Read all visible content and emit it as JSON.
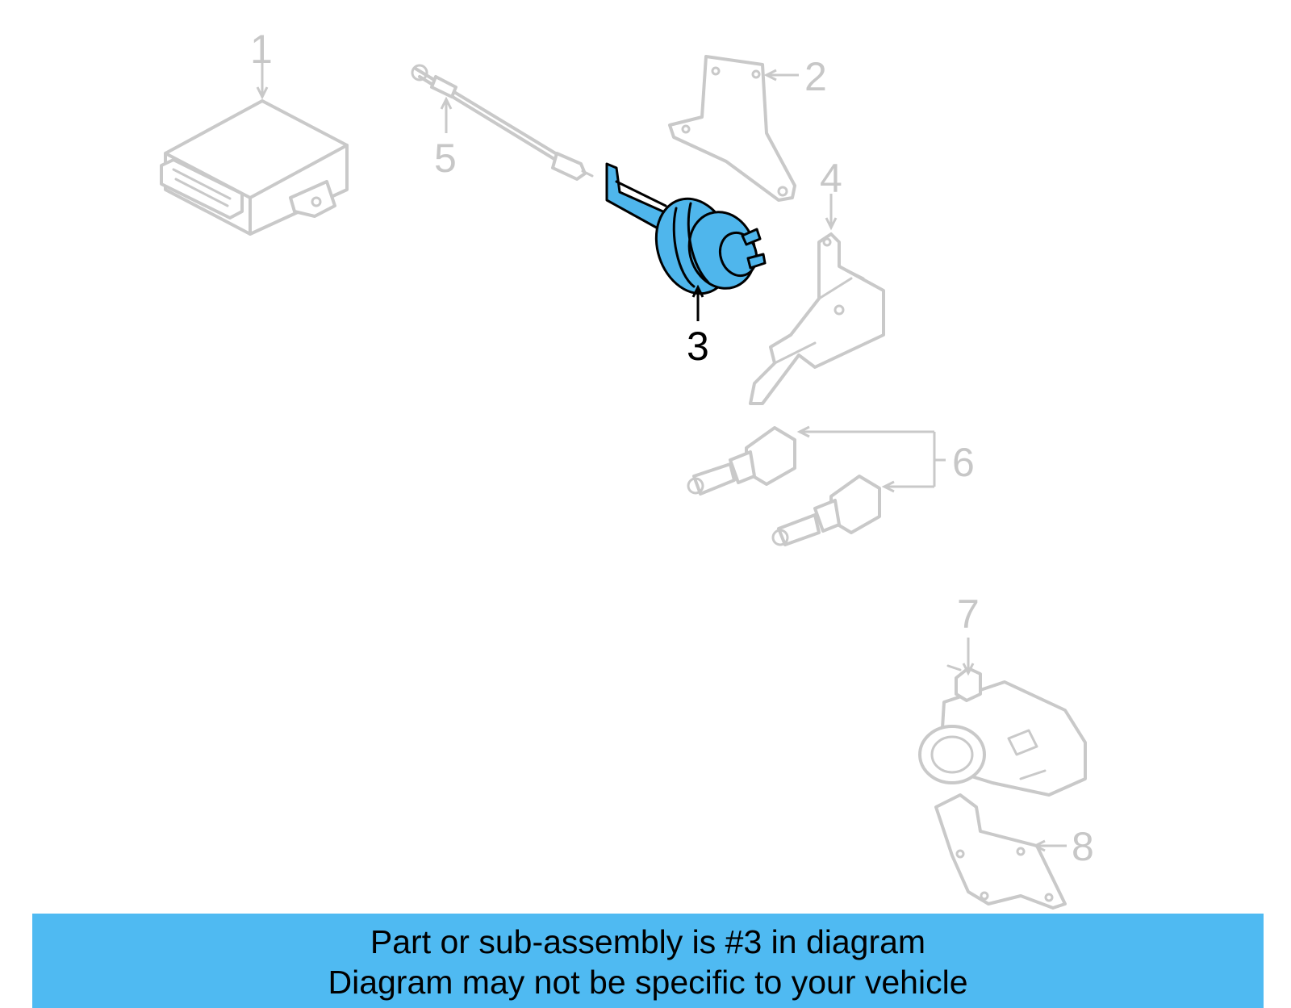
{
  "callouts": {
    "c1": "1",
    "c2": "2",
    "c3": "3",
    "c4": "4",
    "c5": "5",
    "c6": "6",
    "c7": "7",
    "c8": "8"
  },
  "highlighted_part": "3",
  "colors": {
    "highlight_part": "#4fb6ec",
    "banner_background": "#4fbaf2",
    "inactive_part_stroke": "#c9c9c9",
    "inactive_callout": "#c7c7c7"
  },
  "banner": {
    "line1": "Part or sub-assembly is #3 in diagram",
    "line2": "Diagram may not be specific to your vehicle"
  }
}
